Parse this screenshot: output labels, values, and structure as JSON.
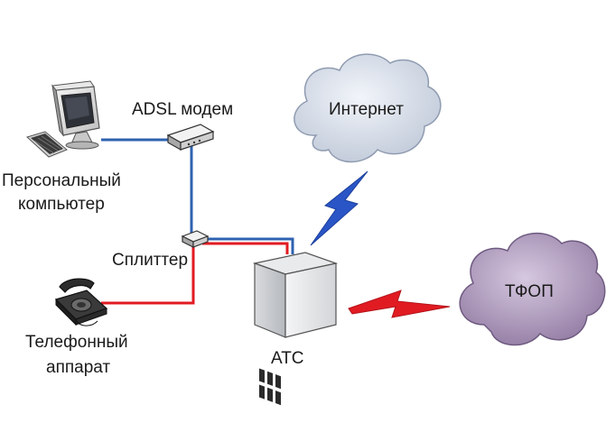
{
  "labels": {
    "pc_line1": "Персональный",
    "pc_line2": "компьютер",
    "modem": "ADSL модем",
    "splitter": "Сплиттер",
    "phone_line1": "Телефонный",
    "phone_line2": "аппарат",
    "ats": "АТС",
    "internet": "Интернет",
    "pstn": "ТФОП"
  },
  "colors": {
    "data_line": "#2f62b0",
    "voice_line": "#e11b22",
    "cloud_internet": "#d6dde9",
    "cloud_pstn": "#b8a4c6",
    "lightning_internet": "#2a55c6",
    "lightning_pstn": "#e11b22"
  },
  "icons": [
    "computer-icon",
    "keyboard-icon",
    "modem-icon",
    "splitter-icon",
    "telephone-icon",
    "ats-server-icon",
    "internet-cloud-icon",
    "pstn-cloud-icon",
    "lightning-icon"
  ]
}
